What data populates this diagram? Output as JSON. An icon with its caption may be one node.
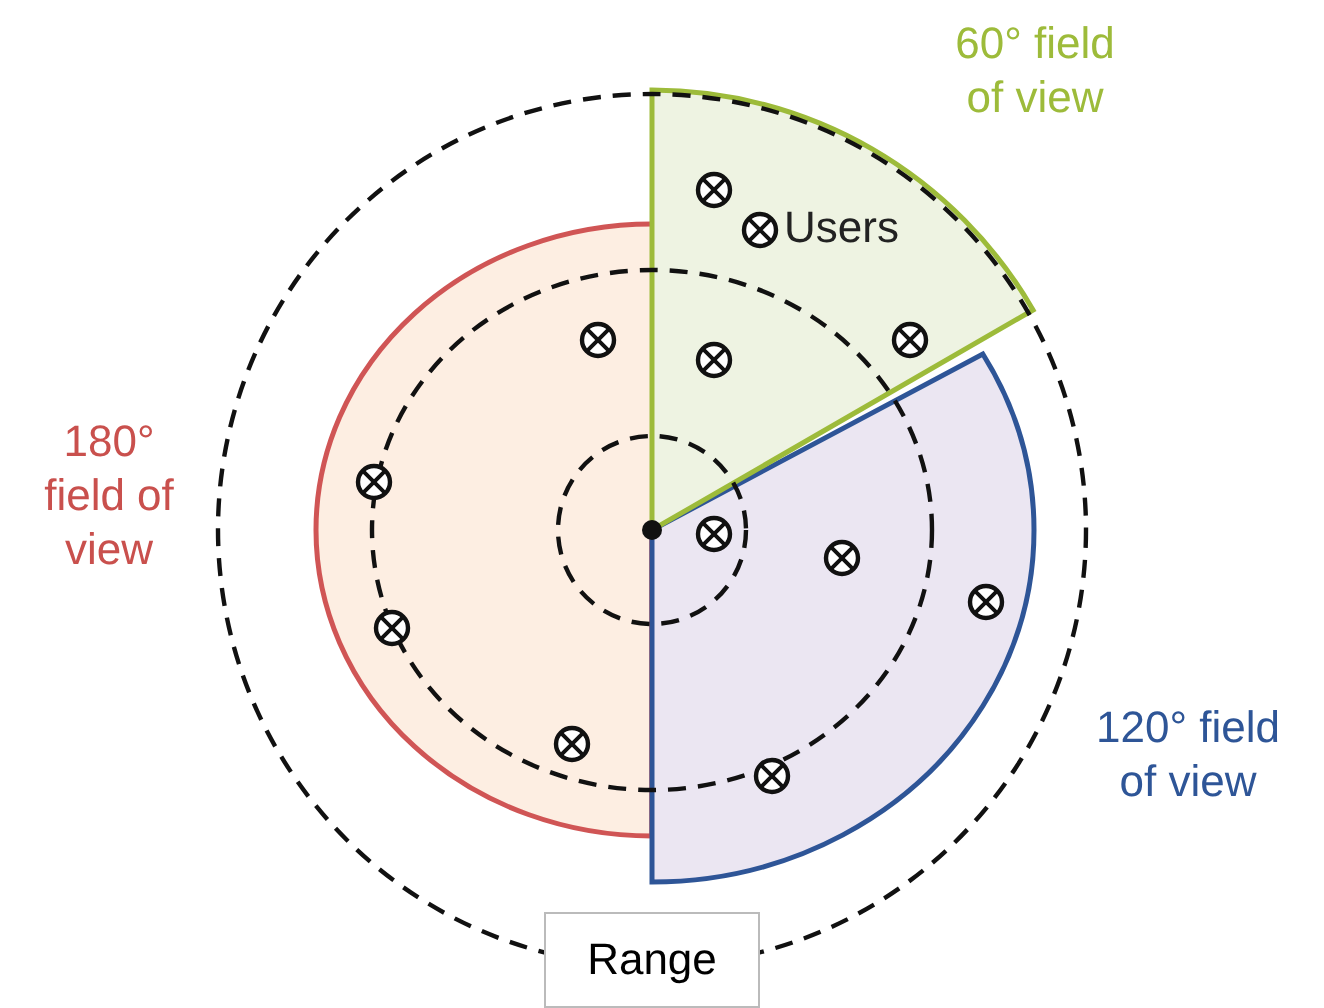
{
  "diagram": {
    "nodes": [
      {
        "text": [
          "Range"
        ]
      }
    ],
    "edges": [],
    "labels": [
      "60° field of view",
      "Users",
      "180° field of view",
      "120° field of view"
    ]
  }
}
